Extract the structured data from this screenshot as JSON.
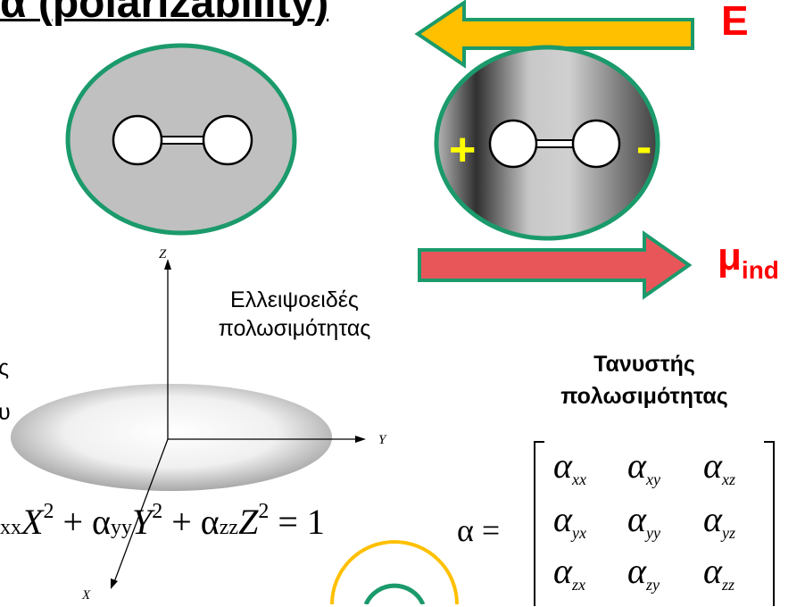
{
  "title": "α (polarizability)",
  "field_label": "E",
  "induced_dipole": {
    "symbol": "μ",
    "subscript": "ind"
  },
  "charges": {
    "positive": "+",
    "negative": "-"
  },
  "ellipsoid_label": {
    "line1": "Ελλειψοειδές",
    "line2": "πολωσιμότητας"
  },
  "axes": {
    "z": "Z",
    "y": "Y",
    "x": "X"
  },
  "left_cut_chars": {
    "c1": "ς",
    "c2": "υ"
  },
  "ellipsoid_equation": {
    "lead_sub": "xx",
    "t1": "X",
    "p1": "2",
    "op1": "+",
    "a2": "α",
    "a2_sub": "yy",
    "t2": "Y",
    "p2": "2",
    "op2": "+",
    "a3": "α",
    "a3_sub": "zz",
    "t3": "Z",
    "p3": "2",
    "eq": "=",
    "rhs": "1"
  },
  "tensor": {
    "title_line1": "Τανυστής",
    "title_line2": "πολωσιμότητας",
    "lhs": "α =",
    "symbol": "α",
    "subs": [
      [
        "xx",
        "xy",
        "xz"
      ],
      [
        "yx",
        "yy",
        "yz"
      ],
      [
        "zx",
        "zy",
        "zz"
      ]
    ]
  },
  "colors": {
    "field_arrow": "#ffc000",
    "dipole_arrow": "#e8565a",
    "arrow_outline": "#1b9a6b",
    "molecule_outline": "#1b9a6b",
    "label_red": "#ff0000",
    "charge_yellow": "#ffff00",
    "ellipsoid_gray": "#c0c0c0"
  }
}
